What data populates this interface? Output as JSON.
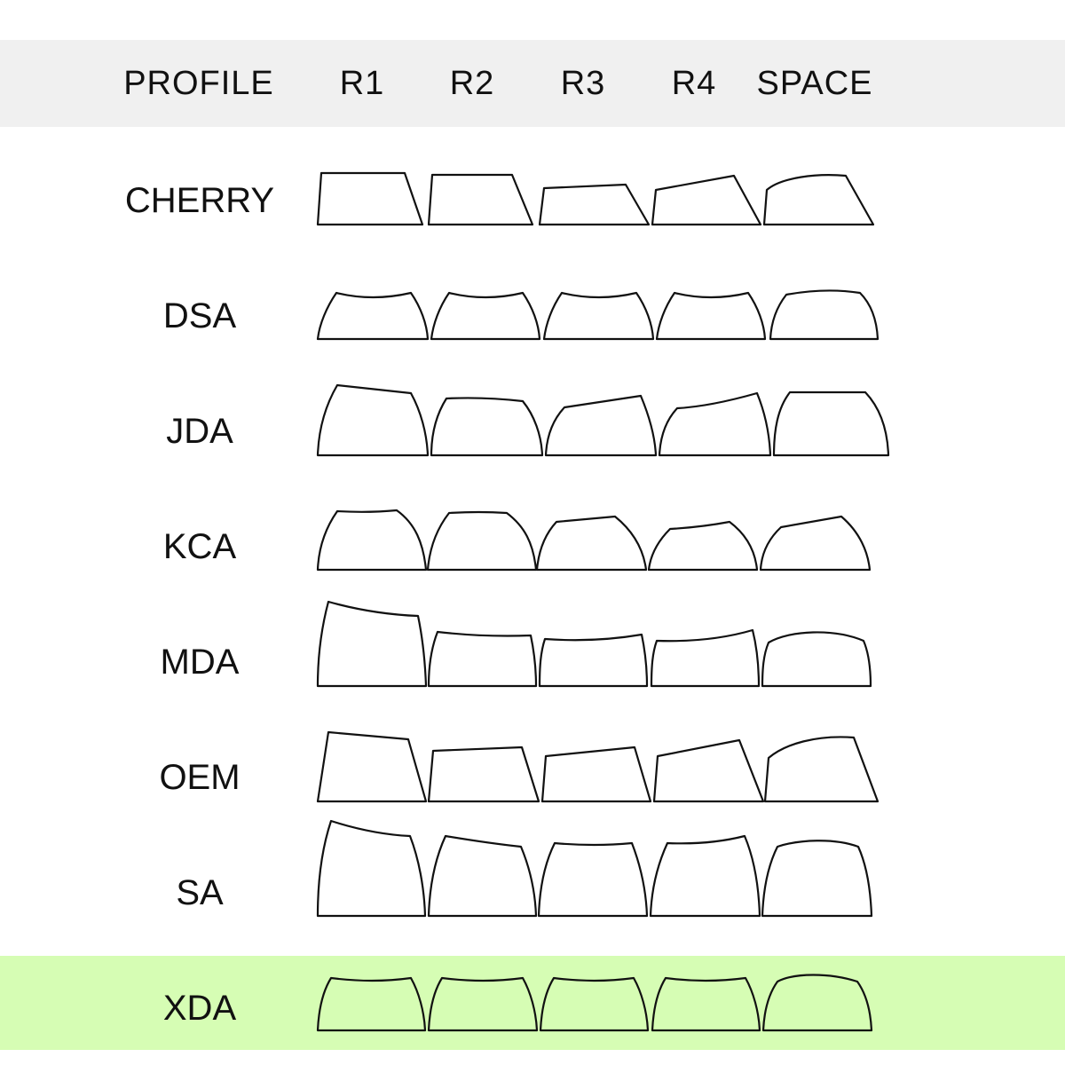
{
  "header": {
    "profile_label": "PROFILE",
    "columns": [
      "R1",
      "R2",
      "R3",
      "R4",
      "SPACE"
    ],
    "background": "#f0f0f0"
  },
  "highlight": {
    "profile": "XDA",
    "color": "#d6fdb4"
  },
  "profiles": [
    {
      "name": "CHERRY",
      "keys": [
        "R1",
        "R2",
        "R3",
        "R4",
        "SPACE"
      ]
    },
    {
      "name": "DSA",
      "keys": [
        "R1",
        "R2",
        "R3",
        "R4",
        "SPACE"
      ]
    },
    {
      "name": "JDA",
      "keys": [
        "R1",
        "R2",
        "R3",
        "R4",
        "SPACE"
      ]
    },
    {
      "name": "KCA",
      "keys": [
        "R1",
        "R2",
        "R3",
        "R4",
        "SPACE"
      ]
    },
    {
      "name": "MDA",
      "keys": [
        "R1",
        "R2",
        "R3",
        "R4",
        "SPACE"
      ]
    },
    {
      "name": "OEM",
      "keys": [
        "R1",
        "R2",
        "R3",
        "R4",
        "SPACE"
      ]
    },
    {
      "name": "SA",
      "keys": [
        "R1",
        "R2",
        "R3",
        "R4",
        "SPACE"
      ]
    },
    {
      "name": "XDA",
      "keys": [
        "R1",
        "R2",
        "R3",
        "R4",
        "SPACE"
      ]
    }
  ]
}
